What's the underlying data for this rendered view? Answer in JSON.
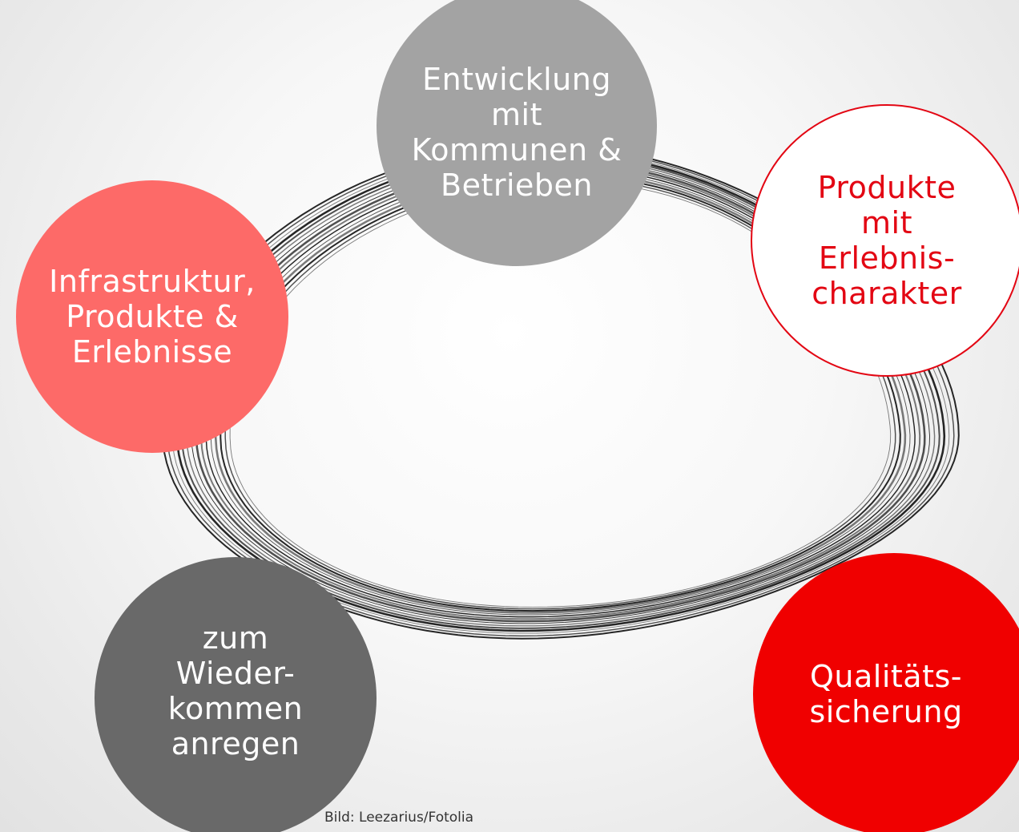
{
  "diagram": {
    "nodes": [
      {
        "id": "top",
        "lines": [
          "Entwicklung",
          "mit",
          "Kommunen &",
          "Betrieben"
        ]
      },
      {
        "id": "left",
        "lines": [
          "Infrastruktur,",
          "Produkte &",
          "Erlebnisse"
        ]
      },
      {
        "id": "right",
        "lines": [
          "Produkte",
          "mit",
          "Erlebnis-",
          "charakter"
        ]
      },
      {
        "id": "bottom_left",
        "lines": [
          "zum",
          "Wieder-",
          "kommen",
          "anregen"
        ]
      },
      {
        "id": "bottom_right",
        "lines": [
          "Qualitäts-",
          "sicherung"
        ]
      }
    ]
  },
  "colors": {
    "top": "#a3a3a3",
    "left": "#fd6a68",
    "right_border": "#e30613",
    "bottom_left": "#696969",
    "bottom_right": "#f00000"
  },
  "credit": "Bild: Leezarius/Fotolia"
}
